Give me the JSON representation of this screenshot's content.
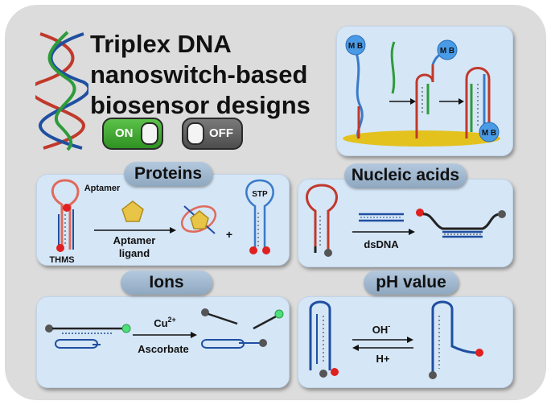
{
  "title": {
    "line1": "Triplex DNA",
    "line2": "nanoswitch-based",
    "line3": "biosensor designs"
  },
  "toggles": {
    "on_label": "ON",
    "off_label": "OFF"
  },
  "mb_panel": {
    "beacon_label": "M B"
  },
  "proteins": {
    "header": "Proteins",
    "aptamer_label": "Aptamer",
    "thms_label": "THMS",
    "arrow_label_1": "Aptamer",
    "arrow_label_2": "ligand",
    "plus": "+",
    "stp_label": "STP"
  },
  "nucleic_acids": {
    "header": "Nucleic acids",
    "arrow_label": "dsDNA"
  },
  "ions": {
    "header": "Ions",
    "arrow_label_top": "Cu",
    "superscript": "2+",
    "arrow_label_bottom": "Ascorbate"
  },
  "ph": {
    "header": "pH value",
    "forward_label": "OH",
    "forward_sup": "-",
    "reverse_label": "H+"
  },
  "colors": {
    "red_strand": "#c0392b",
    "blue_strand": "#1f4fa0",
    "green_strand": "#2e9b3a",
    "panel": "#d5e6f7",
    "frame": "#dcdcdc"
  }
}
